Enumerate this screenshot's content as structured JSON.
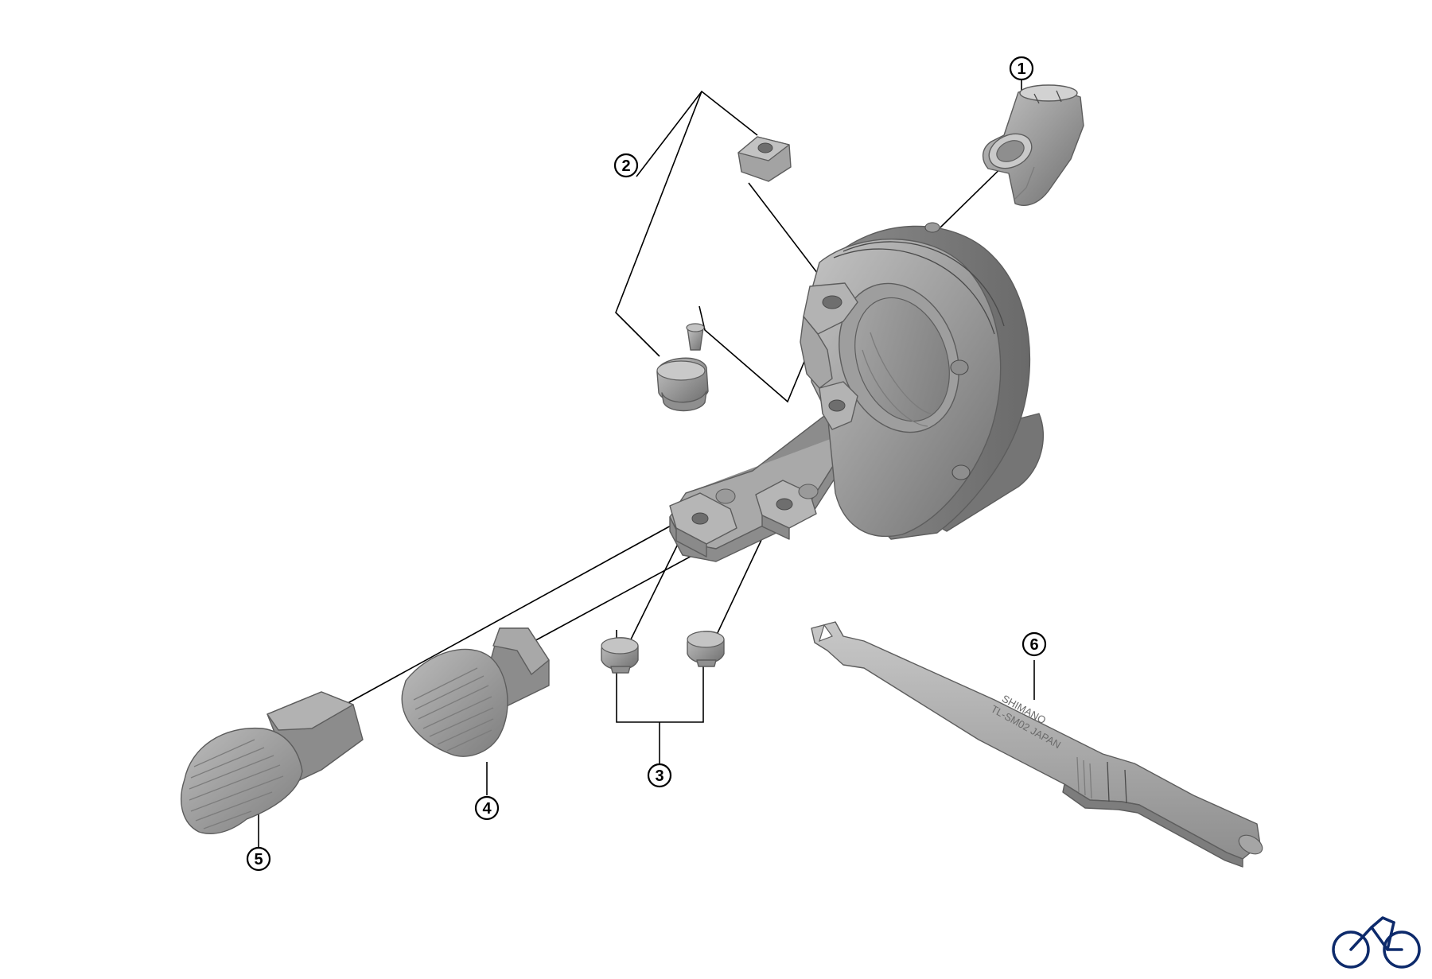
{
  "callouts": [
    {
      "number": "1",
      "part": "cable-end-cap"
    },
    {
      "number": "2",
      "part": "clamp-bolt-and-nut"
    },
    {
      "number": "3",
      "part": "lever-fixing-screws"
    },
    {
      "number": "4",
      "part": "small-lever"
    },
    {
      "number": "5",
      "part": "large-lever"
    },
    {
      "number": "6",
      "part": "tool"
    }
  ],
  "tool_marking": {
    "line1": "SHIMANO",
    "line2": "TL-SM02  JAPAN"
  },
  "colors": {
    "part_fill": "#9a9a9a",
    "part_light": "#b8b8b8",
    "part_dark": "#6e6e6e",
    "line": "#000000",
    "logo": "#0d2a6b"
  },
  "icons": [
    "bicycle-logo-icon"
  ]
}
